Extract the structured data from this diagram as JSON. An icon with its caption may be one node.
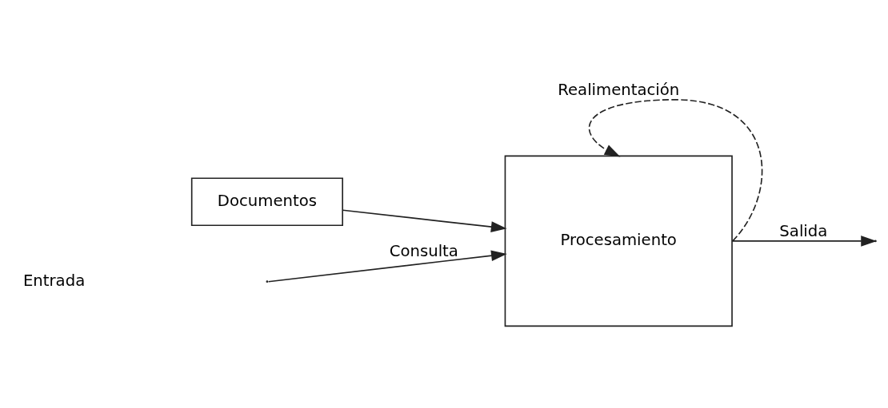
{
  "diagram": {
    "nodes": [
      {
        "text": [
          "Procesamiento"
        ]
      },
      {
        "text": [
          "Documentos"
        ]
      }
    ],
    "edges": [
      {
        "from": null,
        "to": 0,
        "arrow": "to",
        "label": "Consulta"
      },
      {
        "from": 1,
        "to": 0,
        "arrow": "to"
      },
      {
        "from": 0,
        "to": null,
        "arrow": "to",
        "label": "Salida"
      },
      {
        "from": 0,
        "to": 0,
        "arrow": "to",
        "style": "dashed",
        "label": "Realimentación"
      }
    ],
    "labels": [
      "Entrada"
    ]
  }
}
